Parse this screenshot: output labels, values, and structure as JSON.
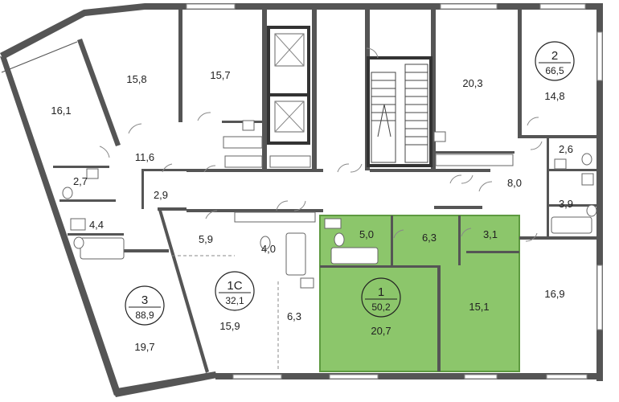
{
  "colors": {
    "highlight": "#8cc66b",
    "highlight_stroke": "#5e9a40",
    "wall": "#4d4d4d",
    "background": "#ffffff"
  },
  "apartments": [
    {
      "number": "2",
      "area": "66,5"
    },
    {
      "number": "1C",
      "area": "32,1"
    },
    {
      "number": "3",
      "area": "88,9"
    },
    {
      "number": "1",
      "area": "50,2",
      "highlighted": true
    }
  ],
  "rooms": [
    "16,1",
    "15,8",
    "15,7",
    "20,3",
    "14,8",
    "11,6",
    "2,7",
    "2,9",
    "4,4",
    "2,6",
    "8,0",
    "3,9",
    "5,9",
    "4,0",
    "5,0",
    "6,3",
    "3,1",
    "16,9",
    "15,9",
    "6,3",
    "20,7",
    "15,1",
    "19,7"
  ]
}
